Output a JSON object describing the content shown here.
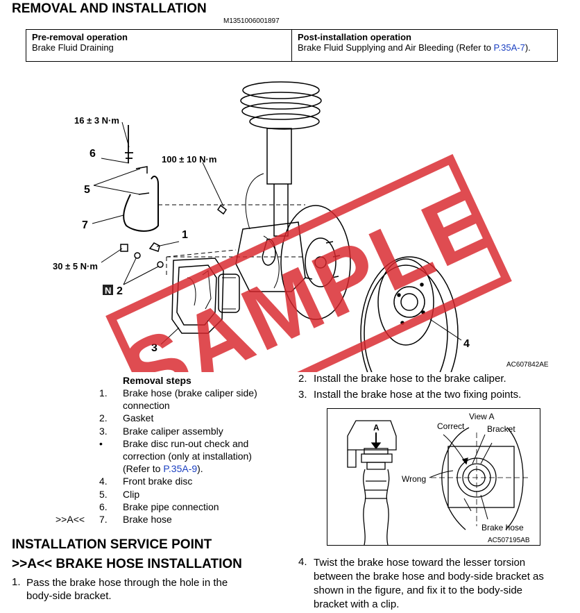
{
  "header": {
    "title": "REMOVAL AND INSTALLATION",
    "doc_id": "M1351006001897"
  },
  "ops_table": {
    "pre_head": "Pre-removal operation",
    "pre_body": "Brake Fluid Draining",
    "post_head": "Post-installation operation",
    "post_body_prefix": "Brake Fluid Supplying and Air Bleeding (Refer to ",
    "post_body_link": "P.35A-7",
    "post_body_suffix": ")."
  },
  "figure": {
    "torque_top": "16 ± 3 N·m",
    "torque_mid": "100 ± 10 N·m",
    "torque_low": "30 ± 5 N·m",
    "callouts": [
      "6",
      "5",
      "7",
      "1",
      "2",
      "3",
      "4"
    ],
    "n_badge": "N",
    "fig_id": "AC607842AE",
    "watermark": "SAMPLE"
  },
  "removal": {
    "heading": "Removal steps",
    "steps": [
      {
        "marker": "",
        "num": "1.",
        "text": "Brake hose (brake caliper side)"
      },
      {
        "marker": "",
        "num": "",
        "text": "connection"
      },
      {
        "marker": "",
        "num": "2.",
        "text": "Gasket"
      },
      {
        "marker": "",
        "num": "3.",
        "text": "Brake caliper assembly"
      },
      {
        "marker": "",
        "num": "•",
        "text": "Brake disc run-out check and"
      },
      {
        "marker": "",
        "num": "",
        "text": "correction (only at installation)"
      },
      {
        "marker": "",
        "num": "",
        "text": "(Refer to "
      },
      {
        "marker": "",
        "num": "4.",
        "text": "Front brake disc"
      },
      {
        "marker": "",
        "num": "5.",
        "text": "Clip"
      },
      {
        "marker": "",
        "num": "6.",
        "text": "Brake pipe connection"
      },
      {
        "marker": ">>A<<",
        "num": "7.",
        "text": "Brake hose"
      }
    ],
    "refer_link": "P.35A-9",
    "refer_suffix": ")."
  },
  "install": {
    "section_title": "INSTALLATION SERVICE POINT",
    "sub_title": ">>A<< BRAKE HOSE INSTALLATION",
    "step1_num": "1.",
    "step1_line1": "Pass the brake hose through the hole in the",
    "step1_line2": "body-side bracket.",
    "step2_num": "2.",
    "step2": "Install the brake hose to the brake caliper.",
    "step3_num": "3.",
    "step3": "Install the brake hose at the two fixing points.",
    "step4_num": "4.",
    "step4_lines": [
      "Twist the brake hose toward the lesser torsion",
      "between the brake hose and body-side bracket as",
      "shown in the figure, and fix it to the body-side",
      "bracket with a clip."
    ]
  },
  "inset": {
    "label_a": "A",
    "view_a": "View A",
    "correct": "Correct",
    "bracket": "Bracket",
    "wrong": "Wrong",
    "brake_hose": "Brake hose",
    "fig_id": "AC507195AB"
  }
}
